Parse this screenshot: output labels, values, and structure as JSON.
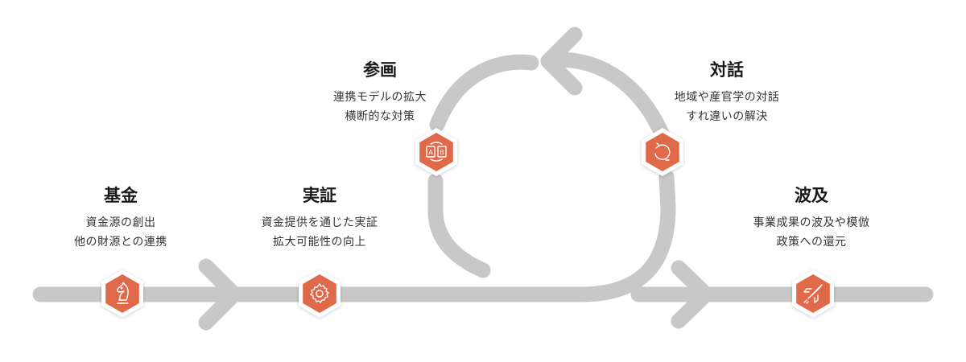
{
  "colors": {
    "track": "#c8c8c8",
    "badge": "#e0694a",
    "badge_border": "#ffffff",
    "icon": "#ffffff"
  },
  "stages": [
    {
      "id": "kikin",
      "title": "基金",
      "lines": [
        "資金源の創出",
        "他の財源との連携"
      ],
      "icon": "chess-knight-icon"
    },
    {
      "id": "jissho",
      "title": "実証",
      "lines": [
        "資金提供を通じた実証",
        "拡大可能性の向上"
      ],
      "icon": "gear-icon"
    },
    {
      "id": "sankaku",
      "title": "参画",
      "lines": [
        "連携モデルの拡大",
        "横断的な対策"
      ],
      "icon": "ab-test-icon"
    },
    {
      "id": "taiwa",
      "title": "対話",
      "lines": [
        "地域や産官学の対話",
        "すれ違いの解決"
      ],
      "icon": "cycle-arrows-icon"
    },
    {
      "id": "hakyu",
      "title": "波及",
      "lines": [
        "事業成果の波及や模倣",
        "政策への還元"
      ],
      "icon": "rocket-icon"
    }
  ]
}
